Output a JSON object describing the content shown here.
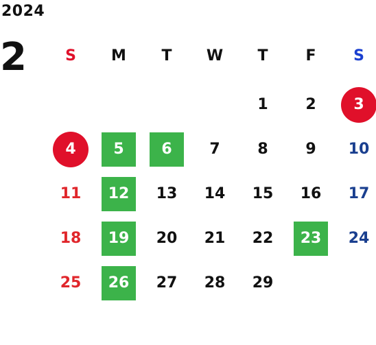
{
  "year": "2024",
  "month": "2",
  "weekdays": [
    "S",
    "M",
    "T",
    "W",
    "T",
    "F",
    "S"
  ],
  "colors": {
    "sunday_text": "#e0262b",
    "saturday_text": "#1a3f8f",
    "holiday_circle": "#e0102a",
    "highlight_green": "#3cb34a"
  },
  "days": [
    "1",
    "2",
    "3",
    "4",
    "5",
    "6",
    "7",
    "8",
    "9",
    "10",
    "11",
    "12",
    "13",
    "14",
    "15",
    "16",
    "17",
    "18",
    "19",
    "20",
    "21",
    "22",
    "23",
    "24",
    "25",
    "26",
    "27",
    "28",
    "29"
  ]
}
